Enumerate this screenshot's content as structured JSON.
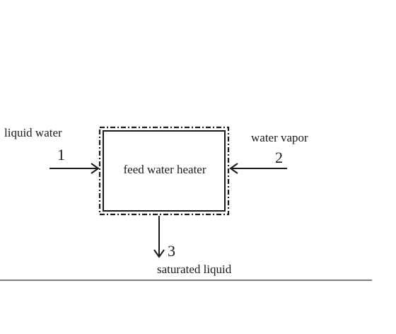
{
  "diagram": {
    "component": "feed water heater",
    "streams": [
      {
        "number": "1",
        "label": "liquid water"
      },
      {
        "number": "2",
        "label": "water vapor"
      },
      {
        "number": "3",
        "label": "saturated liquid"
      }
    ]
  }
}
